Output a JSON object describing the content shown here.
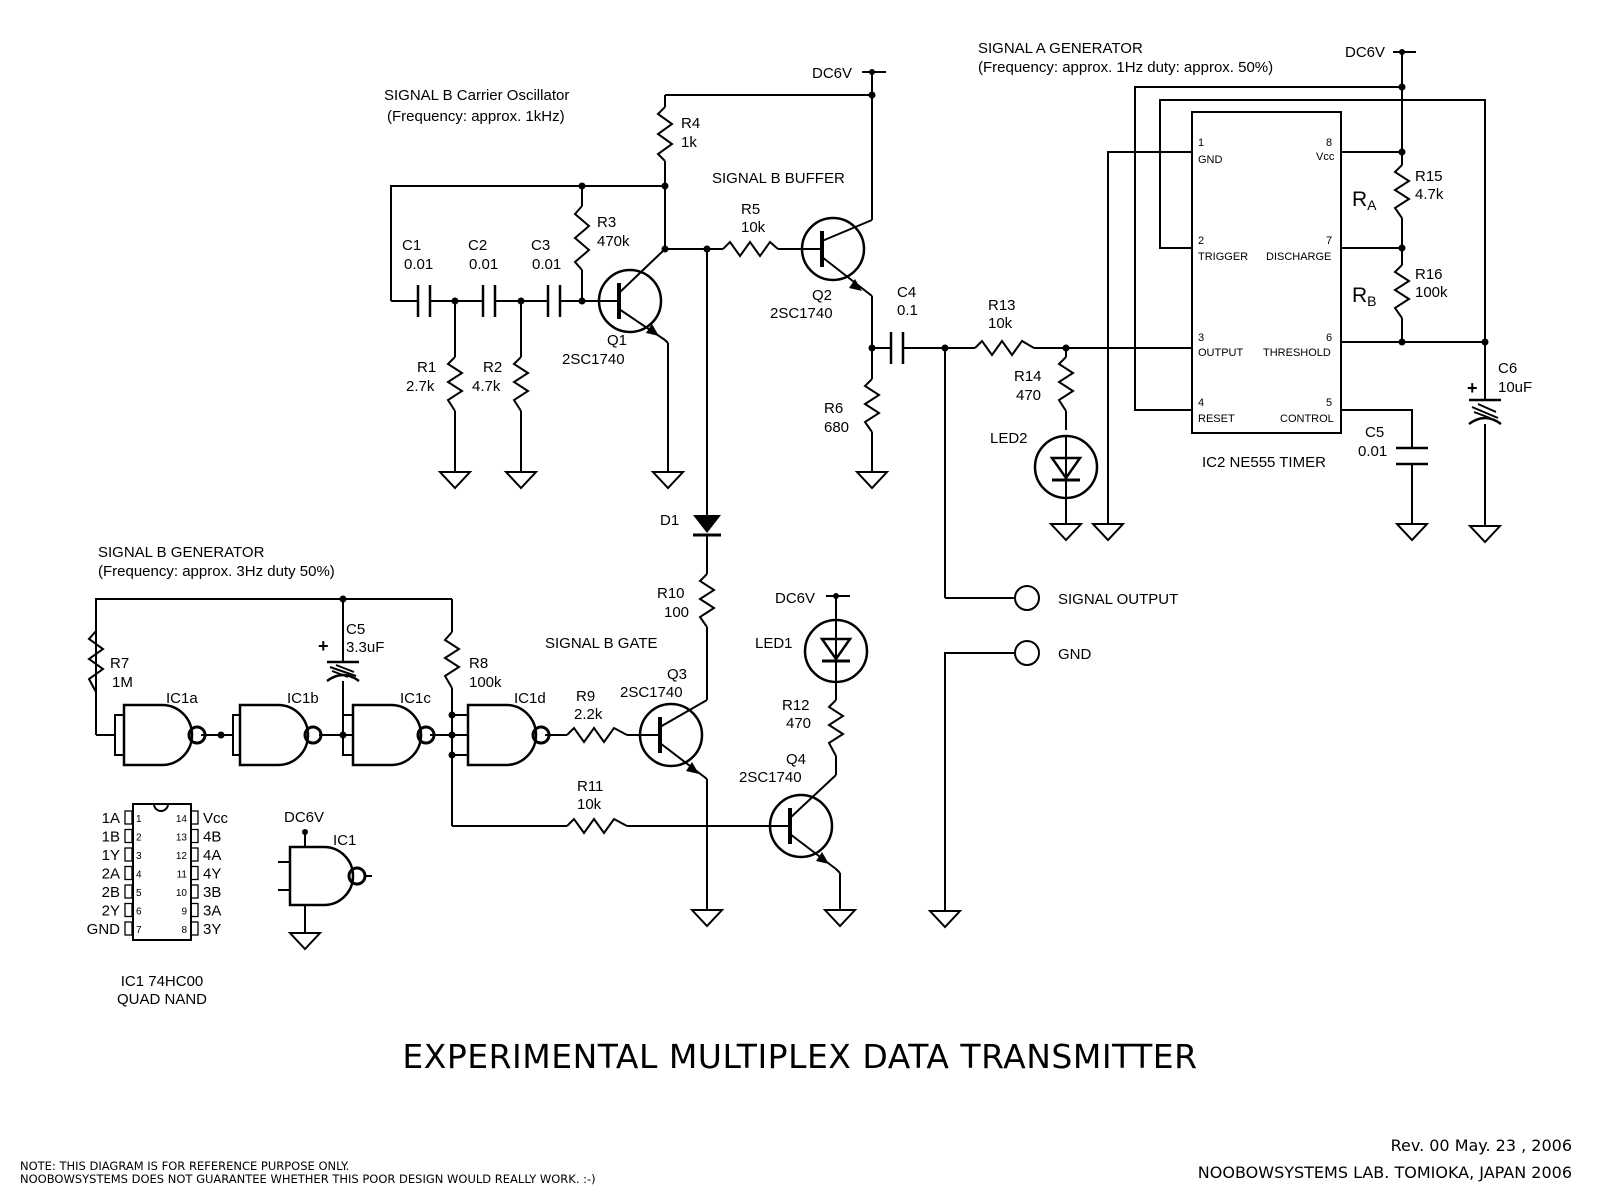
{
  "title": "EXPERIMENTAL MULTIPLEX DATA TRANSMITTER",
  "revision": "Rev. 00 May. 23 , 2006",
  "credit": "NOOBOWSYSTEMS LAB. TOMIOKA, JAPAN 2006",
  "notes": [
    "NOTE: THIS DIAGRAM IS FOR REFERENCE PURPOSE ONLY.",
    "NOOBOWSYSTEMS DOES NOT GUARANTEE WHETHER THIS POOR DESIGN WOULD REALLY WORK. :-)"
  ],
  "sections": {
    "carrier": {
      "title": "SIGNAL B Carrier Oscillator",
      "sub": "(Frequency: approx. 1kHz)"
    },
    "buffer": {
      "title": "SIGNAL B BUFFER"
    },
    "sig_a": {
      "title": "SIGNAL A GENERATOR",
      "sub": "(Frequency: approx. 1Hz duty: approx. 50%)"
    },
    "sig_b": {
      "title": "SIGNAL B GENERATOR",
      "sub": "(Frequency: approx. 3Hz duty 50%)"
    },
    "gate": {
      "title": "SIGNAL B GATE"
    }
  },
  "supply": "DC6V",
  "components": {
    "R1": {
      "ref": "R1",
      "value": "2.7k"
    },
    "R2": {
      "ref": "R2",
      "value": "4.7k"
    },
    "R3": {
      "ref": "R3",
      "value": "470k"
    },
    "R4": {
      "ref": "R4",
      "value": "1k"
    },
    "R5": {
      "ref": "R5",
      "value": "10k"
    },
    "R6": {
      "ref": "R6",
      "value": "680"
    },
    "R7": {
      "ref": "R7",
      "value": "1M"
    },
    "R8": {
      "ref": "R8",
      "value": "100k"
    },
    "R9": {
      "ref": "R9",
      "value": "2.2k"
    },
    "R10": {
      "ref": "R10",
      "value": "100"
    },
    "R11": {
      "ref": "R11",
      "value": "10k"
    },
    "R12": {
      "ref": "R12",
      "value": "470"
    },
    "R13": {
      "ref": "R13",
      "value": "10k"
    },
    "R14": {
      "ref": "R14",
      "value": "470"
    },
    "R15": {
      "ref": "R15",
      "value": "4.7k"
    },
    "R16": {
      "ref": "R16",
      "value": "100k"
    },
    "C1": {
      "ref": "C1",
      "value": "0.01"
    },
    "C2": {
      "ref": "C2",
      "value": "0.01"
    },
    "C3": {
      "ref": "C3",
      "value": "0.01"
    },
    "C4": {
      "ref": "C4",
      "value": "0.1"
    },
    "C5a": {
      "ref": "C5",
      "value": "3.3uF"
    },
    "C5b": {
      "ref": "C5",
      "value": "0.01"
    },
    "C6": {
      "ref": "C6",
      "value": "10uF"
    },
    "Q1": {
      "ref": "Q1",
      "value": "2SC1740"
    },
    "Q2": {
      "ref": "Q2",
      "value": "2SC1740"
    },
    "Q3": {
      "ref": "Q3",
      "value": "2SC1740"
    },
    "Q4": {
      "ref": "Q4",
      "value": "2SC1740"
    },
    "D1": {
      "ref": "D1"
    },
    "LED1": {
      "ref": "LED1"
    },
    "LED2": {
      "ref": "LED2"
    },
    "IC2": {
      "ref": "IC2 NE555 TIMER"
    },
    "IC1": {
      "ref": "IC1"
    },
    "RA": "R",
    "RA_sub": "A",
    "RB": "R",
    "RB_sub": "B"
  },
  "gates": [
    "IC1a",
    "IC1b",
    "IC1c",
    "IC1d"
  ],
  "ne555_pins": {
    "p1": {
      "num": "1",
      "name": "GND"
    },
    "p2": {
      "num": "2",
      "name": "TRIGGER"
    },
    "p3": {
      "num": "3",
      "name": "OUTPUT"
    },
    "p4": {
      "num": "4",
      "name": "RESET"
    },
    "p5": {
      "num": "5",
      "name": "CONTROL"
    },
    "p6": {
      "num": "6",
      "name": "THRESHOLD"
    },
    "p7": {
      "num": "7",
      "name": "DISCHARGE"
    },
    "p8": {
      "num": "8",
      "name": "Vcc"
    }
  },
  "ic1_package": {
    "left": [
      {
        "name": "1A",
        "num": "1"
      },
      {
        "name": "1B",
        "num": "2"
      },
      {
        "name": "1Y",
        "num": "3"
      },
      {
        "name": "2A",
        "num": "4"
      },
      {
        "name": "2B",
        "num": "5"
      },
      {
        "name": "2Y",
        "num": "6"
      },
      {
        "name": "GND",
        "num": "7"
      }
    ],
    "right": [
      {
        "name": "Vcc",
        "num": "14"
      },
      {
        "name": "4B",
        "num": "13"
      },
      {
        "name": "4A",
        "num": "12"
      },
      {
        "name": "4Y",
        "num": "11"
      },
      {
        "name": "3B",
        "num": "10"
      },
      {
        "name": "3A",
        "num": "9"
      },
      {
        "name": "3Y",
        "num": "8"
      }
    ],
    "name": "IC1 74HC00",
    "desc": "QUAD NAND"
  },
  "terminals": {
    "out": "SIGNAL OUTPUT",
    "gnd": "GND"
  },
  "polarity": "+"
}
